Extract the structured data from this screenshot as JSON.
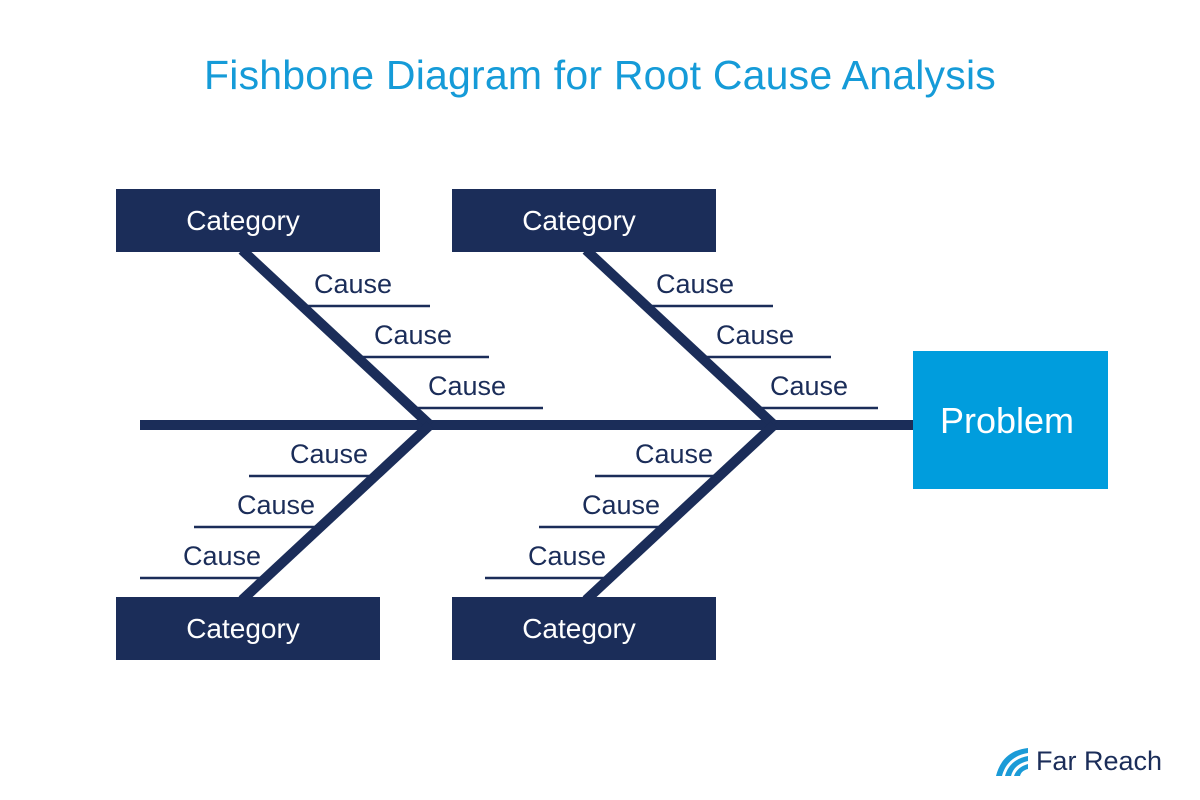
{
  "title": "Fishbone Diagram for Root Cause Analysis",
  "problem_label": "Problem",
  "categories": {
    "top_left": "Category",
    "top_right": "Category",
    "bottom_left": "Category",
    "bottom_right": "Category"
  },
  "causes": {
    "top_left": [
      "Cause",
      "Cause",
      "Cause"
    ],
    "top_right": [
      "Cause",
      "Cause",
      "Cause"
    ],
    "bottom_left": [
      "Cause",
      "Cause",
      "Cause"
    ],
    "bottom_right": [
      "Cause",
      "Cause",
      "Cause"
    ]
  },
  "logo_text": "Far Reach",
  "colors": {
    "title": "#159bd8",
    "navy": "#1b2d59",
    "problem_box": "#009ddd",
    "logo_icon": "#1b9bd7"
  }
}
